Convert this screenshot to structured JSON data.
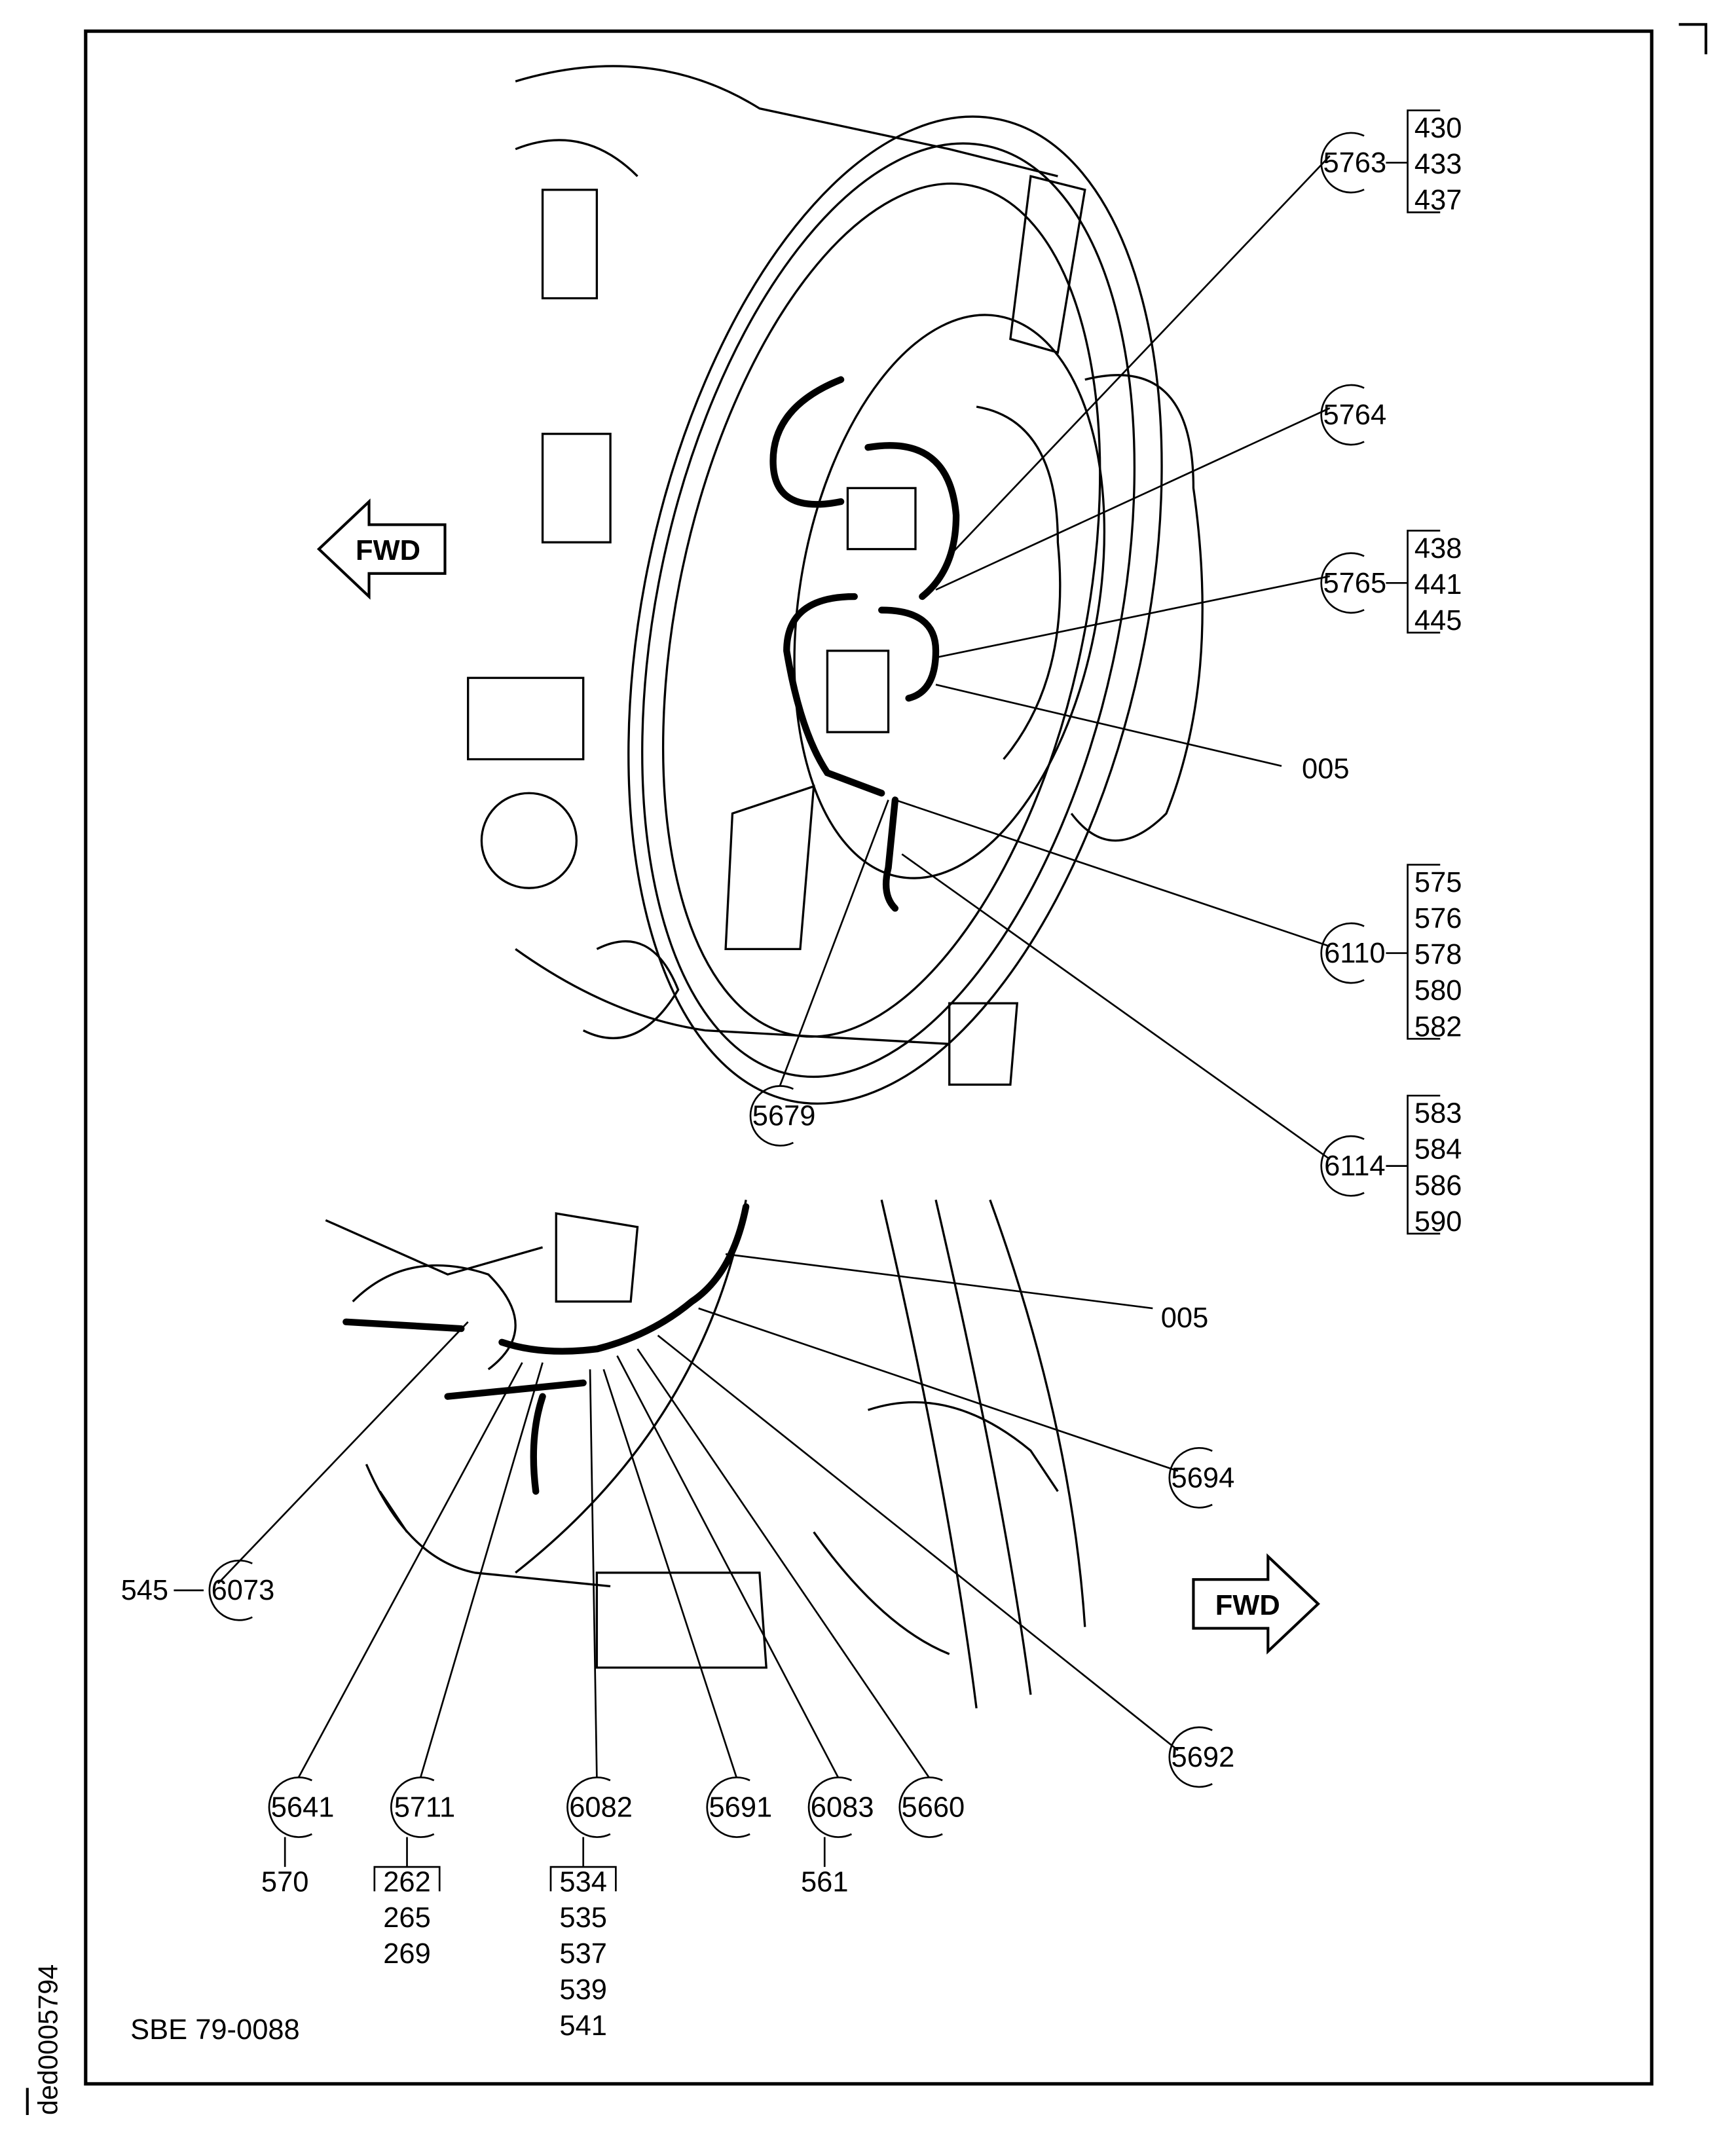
{
  "top_view": {
    "fwd_label": "FWD",
    "plain_label": "005",
    "callouts": [
      {
        "id": "5763",
        "parts": [
          "430",
          "433",
          "437"
        ]
      },
      {
        "id": "5764",
        "parts": []
      },
      {
        "id": "5765",
        "parts": [
          "438",
          "441",
          "445"
        ]
      },
      {
        "id": "6110",
        "parts": [
          "575",
          "576",
          "578",
          "580",
          "582"
        ]
      },
      {
        "id": "6114",
        "parts": [
          "583",
          "584",
          "586",
          "590"
        ]
      },
      {
        "id": "5679",
        "parts": []
      }
    ]
  },
  "bottom_view": {
    "fwd_label": "FWD",
    "plain_label": "005",
    "callouts": [
      {
        "id": "5694",
        "parts": []
      },
      {
        "id": "5692",
        "parts": []
      },
      {
        "id": "6073",
        "parts": [
          "545"
        ]
      },
      {
        "id": "5641",
        "parts": [
          "570"
        ]
      },
      {
        "id": "5711",
        "parts": [
          "262",
          "265",
          "269"
        ]
      },
      {
        "id": "6082",
        "parts": [
          "534",
          "535",
          "537",
          "539",
          "541"
        ]
      },
      {
        "id": "5691",
        "parts": []
      },
      {
        "id": "6083",
        "parts": [
          "561"
        ]
      },
      {
        "id": "5660",
        "parts": []
      }
    ]
  },
  "reference": "SBE 79-0088",
  "figure_id": "ded0005794"
}
